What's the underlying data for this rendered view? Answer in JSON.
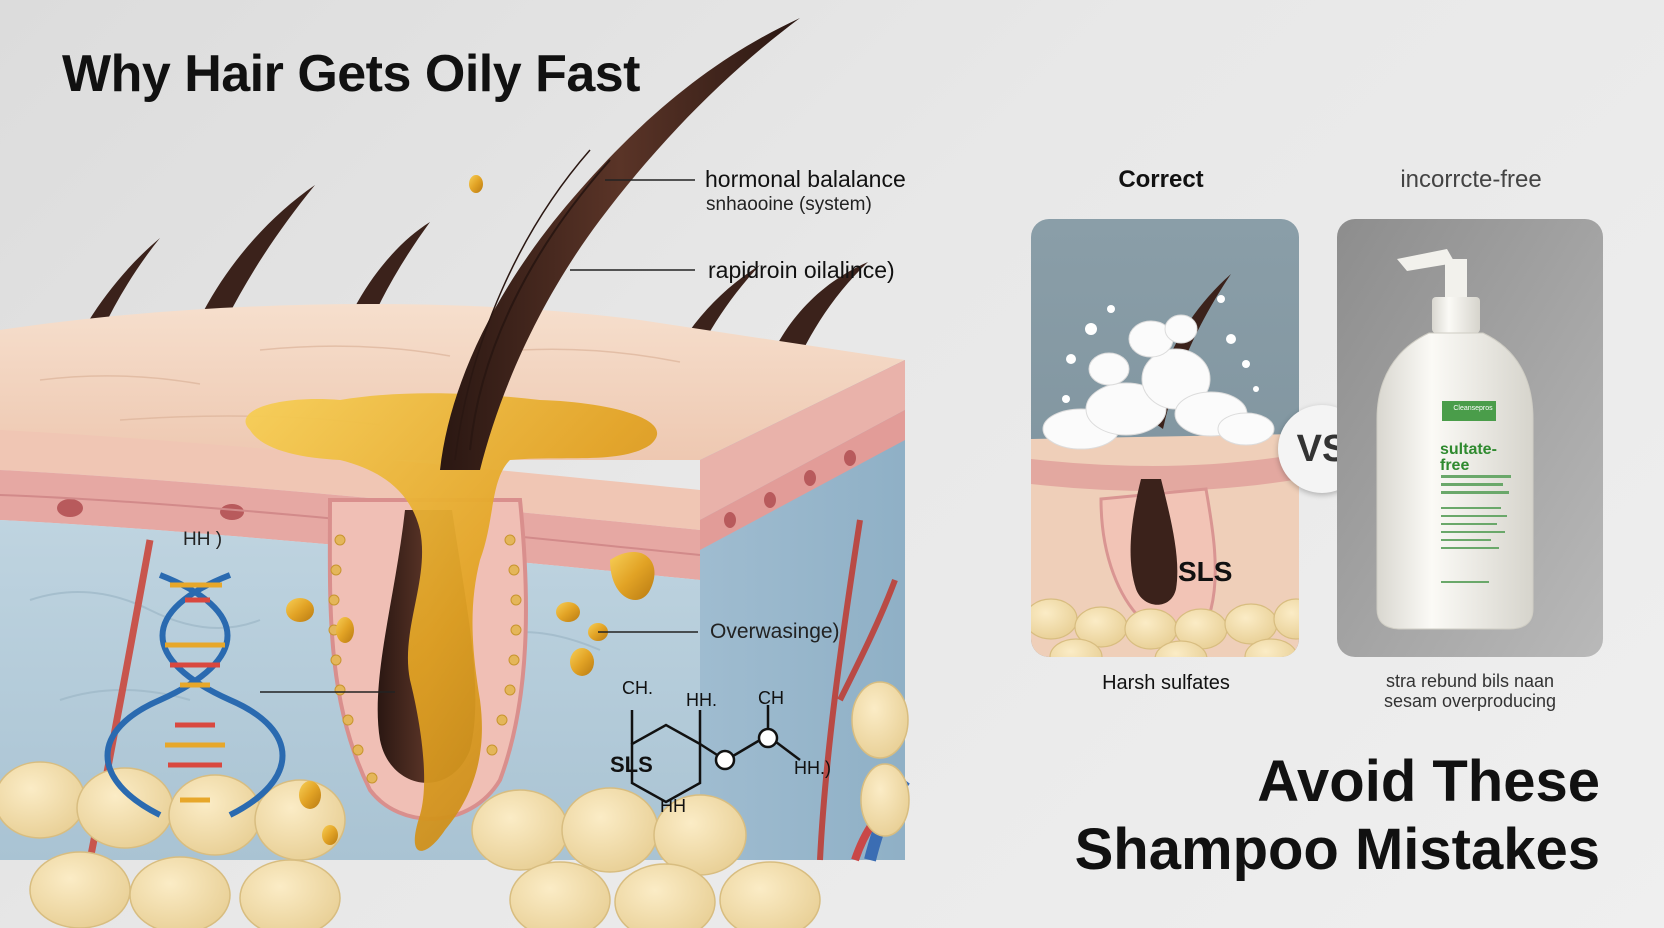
{
  "title": "Why Hair Gets Oily Fast",
  "callouts": {
    "hormonal": "hormonal balalance",
    "hormonal_sub": "snhaooine (system)",
    "rapid": "rapidroin oilalince)",
    "hh": "HH )",
    "overwash": "Overwasinge)"
  },
  "chemical": {
    "ch_left": "CH.",
    "hh_mid": "HH.",
    "ch_right": "CH",
    "ring_label": "SLS",
    "hh_right": "HH.)",
    "h_bottom": "HH"
  },
  "comparison": {
    "left_heading": "Correct",
    "right_heading": "incorrcte-free",
    "vs_label": "VS",
    "left_panel_label": "SLS",
    "bottle_label_top": "Cleansepros",
    "bottle_label_main": "sultate-free",
    "left_caption": "Harsh sulfates",
    "right_caption_line1": "stra rebund bils naan",
    "right_caption_line2": "sesam overproducing"
  },
  "bottom_title": {
    "line1": "Avoid These",
    "line2": "Shampoo Mistakes"
  },
  "colors": {
    "hair": "#3b221b",
    "oil": "#e4a92a",
    "skin_top": "#f1d2bd",
    "dermis": "#e8a9a6",
    "tissue": "#b9cfdc",
    "fat": "#f0dbab",
    "bottle_green": "#3c9a3c"
  }
}
